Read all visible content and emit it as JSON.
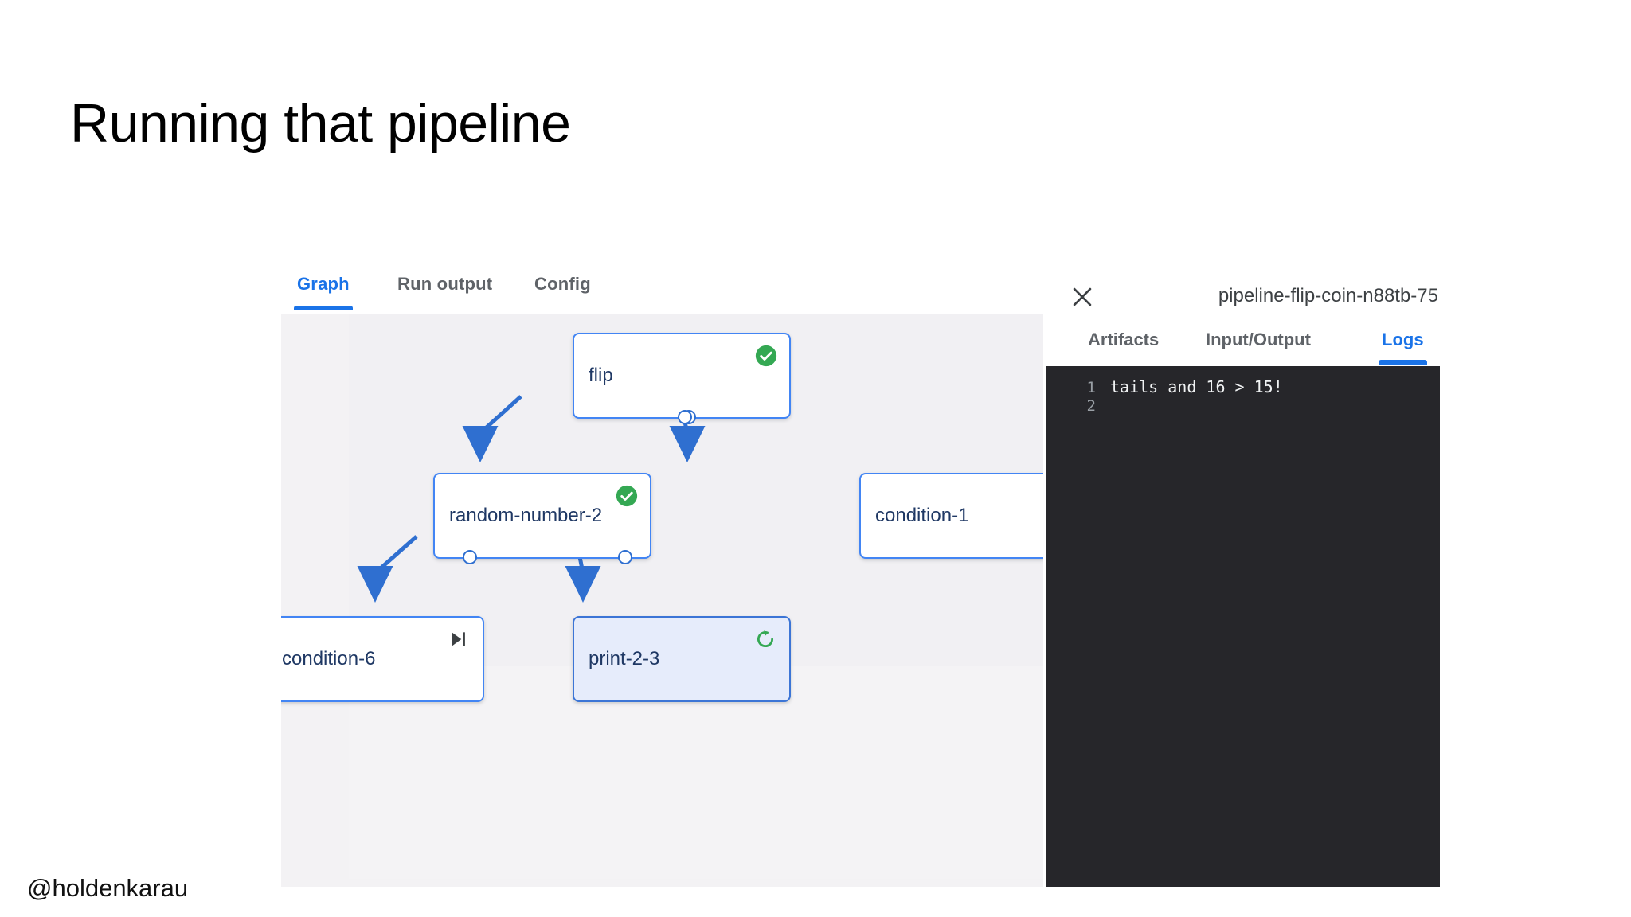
{
  "slide": {
    "title": "Running that pipeline",
    "handle": "@holdenkarau"
  },
  "app": {
    "tabs": [
      {
        "id": "graph",
        "label": "Graph",
        "active": true
      },
      {
        "id": "run-output",
        "label": "Run output",
        "active": false
      },
      {
        "id": "config",
        "label": "Config",
        "active": false
      }
    ],
    "graph": {
      "nodes": [
        {
          "id": "flip",
          "label": "flip",
          "status": "succeeded",
          "status_icon": "check-circle-icon",
          "selected": false
        },
        {
          "id": "random-number-2",
          "label": "random-number-2",
          "status": "succeeded",
          "status_icon": "check-circle-icon",
          "selected": false
        },
        {
          "id": "condition-1",
          "label": "condition-1",
          "status": "skipped",
          "status_icon": "skip-next-icon",
          "selected": false
        },
        {
          "id": "condition-6",
          "label": "condition-6",
          "status": "skipped",
          "status_icon": "skip-next-icon",
          "selected": false
        },
        {
          "id": "print-2-3",
          "label": "print-2-3",
          "status": "running",
          "status_icon": "refresh-circle-icon",
          "selected": true
        }
      ],
      "edges": [
        {
          "from": "flip",
          "to": "random-number-2"
        },
        {
          "from": "flip",
          "to": "condition-1"
        },
        {
          "from": "random-number-2",
          "to": "condition-6"
        },
        {
          "from": "random-number-2",
          "to": "print-2-3"
        }
      ]
    },
    "panel": {
      "title": "pipeline-flip-coin-n88tb-75",
      "close_icon": "close-icon",
      "tabs": [
        {
          "id": "artifacts",
          "label": "Artifacts",
          "active": false
        },
        {
          "id": "input-output",
          "label": "Input/Output",
          "active": false
        },
        {
          "id": "logs",
          "label": "Logs",
          "active": true
        }
      ],
      "logs": [
        {
          "number": "1",
          "text": "tails and 16 > 15!"
        },
        {
          "number": "2",
          "text": ""
        }
      ]
    }
  },
  "colors": {
    "accent_blue": "#1a73e8",
    "node_border": "#4285f4",
    "node_selected_bg": "#e6ecfb",
    "status_success": "#34a853",
    "status_running": "#34a853",
    "status_skipped": "#3c4043",
    "canvas_bg": "#f3f2f4",
    "log_bg": "#26262a"
  }
}
